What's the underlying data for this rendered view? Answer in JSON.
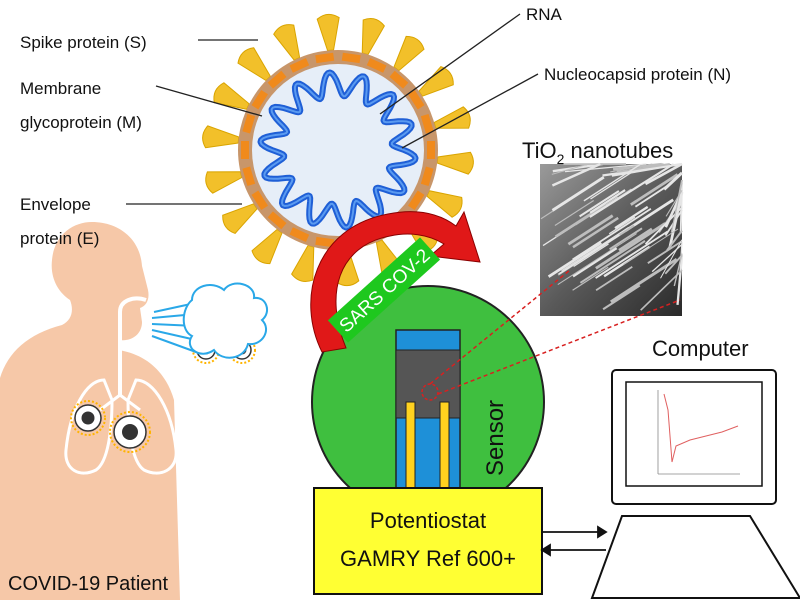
{
  "virus": {
    "spike_label": "Spike protein (S)",
    "membrane_label_1": "Membrane",
    "membrane_label_2": "glycoprotein (M)",
    "envelope_label_1": "Envelope",
    "envelope_label_2": "protein (E)",
    "rna_label": "RNA",
    "nucleocapsid_label": "Nucleocapsid protein (N)",
    "arrow_label": "SARS COV-2"
  },
  "nanotubes": {
    "label_main": "TiO",
    "label_sub": "2",
    "label_tail": " nanotubes"
  },
  "sensor": {
    "label": "Sensor"
  },
  "potentiostat": {
    "line1": "Potentiostat",
    "line2": "GAMRY Ref 600+"
  },
  "computer": {
    "label": "Computer"
  },
  "patient": {
    "label": "COVID-19 Patient"
  },
  "colors": {
    "skin": "#f6c8a8",
    "virus_ring": "#c8966a",
    "virus_inner": "#e6eef8",
    "rna": "#1f5fd6",
    "spike": "#f2c02a",
    "membrane_protein": "#f08a1c",
    "arrow_red": "#e01818",
    "arrow_green": "#1ec81e",
    "sensor_green": "#3fbf3f",
    "sensor_blue": "#1e90d8",
    "electrode_yellow": "#ffd21f",
    "potentiostat_yellow": "#ffff33",
    "leader_line": "#222222",
    "dash_red": "#d82020"
  }
}
